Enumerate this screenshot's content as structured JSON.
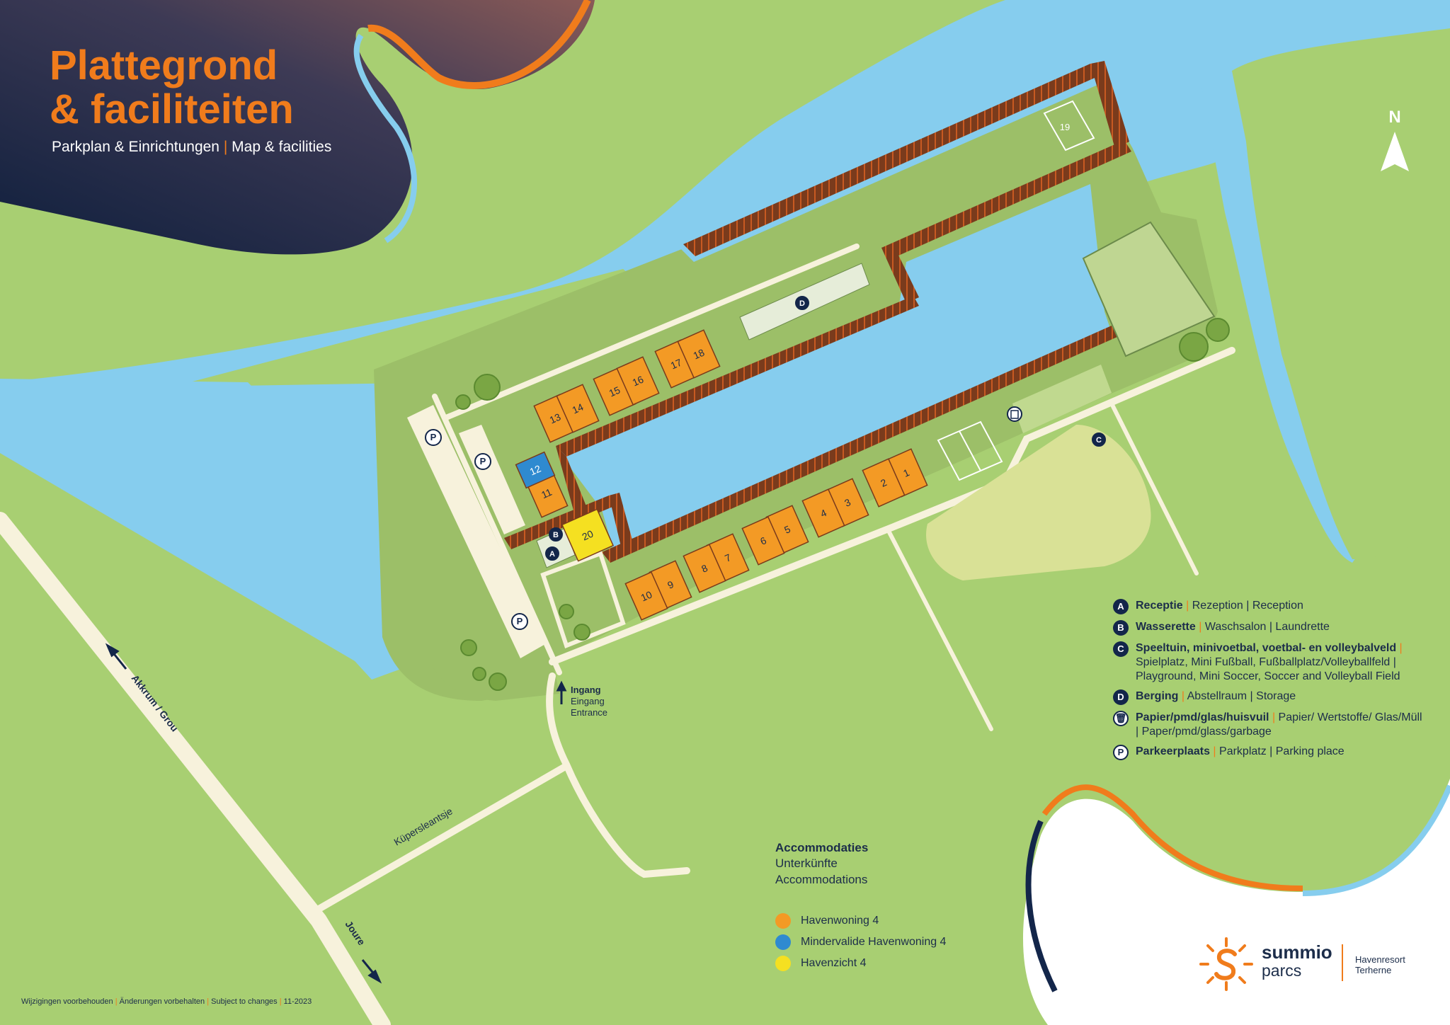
{
  "title": {
    "line1": "Plattegrond",
    "line2": "& faciliteiten",
    "subtitle_de": "Parkplan & Einrichtungen",
    "subtitle_sep": "|",
    "subtitle_en": "Map & facilities"
  },
  "compass": {
    "label": "N"
  },
  "roads": {
    "akkrum": "Akkrum / Grou",
    "joure": "Joure",
    "kupersleantsje": "Küpersleantsje"
  },
  "entrance": {
    "nl": "Ingang",
    "de": "Eingang",
    "en": "Entrance"
  },
  "units": [
    "1",
    "2",
    "3",
    "4",
    "5",
    "6",
    "7",
    "8",
    "9",
    "10",
    "11",
    "12",
    "13",
    "14",
    "15",
    "16",
    "17",
    "18",
    "19",
    "20"
  ],
  "markers": {
    "A": "A",
    "B": "B",
    "C": "C",
    "D": "D",
    "P": "P"
  },
  "legend": [
    {
      "badge": "A",
      "bold": "Receptie",
      "rest": "Rezeption | Reception"
    },
    {
      "badge": "B",
      "bold": "Wasserette",
      "rest": "Waschsalon | Laundrette"
    },
    {
      "badge": "C",
      "bold": "Speeltuin, minivoetbal, voetbal- en volleybalveld",
      "rest": "Spielplatz, Mini Fußball, Fußballplatz/Volleyballfeld | Playground, Mini Soccer, Soccer and Volleyball Field"
    },
    {
      "badge": "D",
      "bold": "Berging",
      "rest": "Abstellraum | Storage"
    },
    {
      "badge": "🗑",
      "bold": "Papier/pmd/glas/huisvuil",
      "rest": "Papier/ Wertstoffe/ Glas/Müll | Paper/pmd/glass/garbage"
    },
    {
      "badge": "P",
      "bold": "Parkeerplaats",
      "rest": "Parkplatz | Parking place"
    }
  ],
  "accommodations": {
    "heading_nl": "Accommodaties",
    "heading_de": "Unterkünfte",
    "heading_en": "Accommodations",
    "items": [
      {
        "label": "Havenwoning 4",
        "color": "#f39a25"
      },
      {
        "label": "Mindervalide Havenwoning 4",
        "color": "#2f8ad0"
      },
      {
        "label": "Havenzicht 4",
        "color": "#f5e021"
      }
    ]
  },
  "footer": {
    "nl": "Wijzigingen voorbehouden",
    "de": "Änderungen vorbehalten",
    "en": "Subject to changes",
    "date": "11-2023"
  },
  "logo": {
    "brand_line1": "summio",
    "brand_line2": "parcs",
    "resort_line1": "Havenresort",
    "resort_line2": "Terherne"
  },
  "colors": {
    "water": "#86cdee",
    "grass": "#a8cf72",
    "island": "#9cbf68",
    "jetty": "#7a3b1c",
    "house": "#f39a25",
    "accessible": "#2f8ad0",
    "havenzicht": "#f5e021",
    "navy": "#13264a",
    "accent": "#f07c1c"
  }
}
